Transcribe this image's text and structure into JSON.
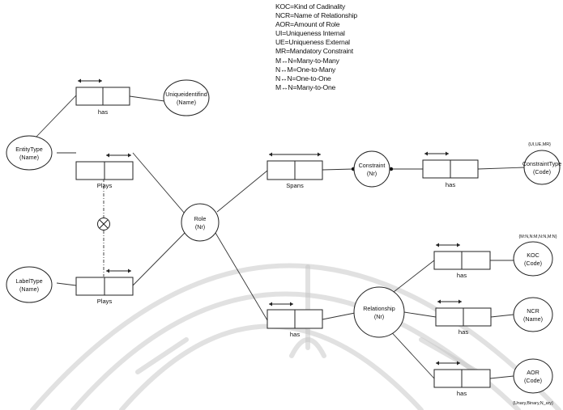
{
  "legend": [
    "KOC=Kind of Cadinality",
    "NCR=Name of Relationship",
    "AOR=Amount of Role",
    "UI=Uniqueness Internal",
    "UE=Uniqueness External",
    "MR=Mandatory Constraint",
    "M↔N=Many-to-Many",
    "N↔M=One-to-Many",
    "N↔N=One-to-One",
    "M↔N=Many-to-One"
  ],
  "entities": {
    "uniqueidentifind": [
      "Uniqueidentifind",
      "(Name)"
    ],
    "entity_type": [
      "EntityType",
      "(Name)"
    ],
    "label_type": [
      "LabelType",
      "(Name)"
    ],
    "role": [
      "Role",
      "(Nr)"
    ],
    "constraint": [
      "Constraint",
      "(Nr)"
    ],
    "constraint_type": [
      "ConstraintType",
      "(Code)"
    ],
    "relationship": [
      "Relationship",
      "(Nr)"
    ],
    "koc": [
      "KOC",
      "(Code)"
    ],
    "ncr": [
      "NCR",
      "(Name)"
    ],
    "aor": [
      "AOR",
      "(Code)"
    ]
  },
  "facts": {
    "has_top": "has",
    "plays_upper": "Plays",
    "plays_lower": "Plays",
    "spans": "Spans",
    "has_constraint": "has",
    "has_role_rel": "has",
    "has_koc": "has",
    "has_ncr": "has",
    "has_aor": "has"
  },
  "notes": {
    "constraint_type_values": "{UI,UE,MR}",
    "koc_values": "{M:N,N:M,N:N,M:N}",
    "aor_values": "{Unary,Binary,N_ary}"
  }
}
